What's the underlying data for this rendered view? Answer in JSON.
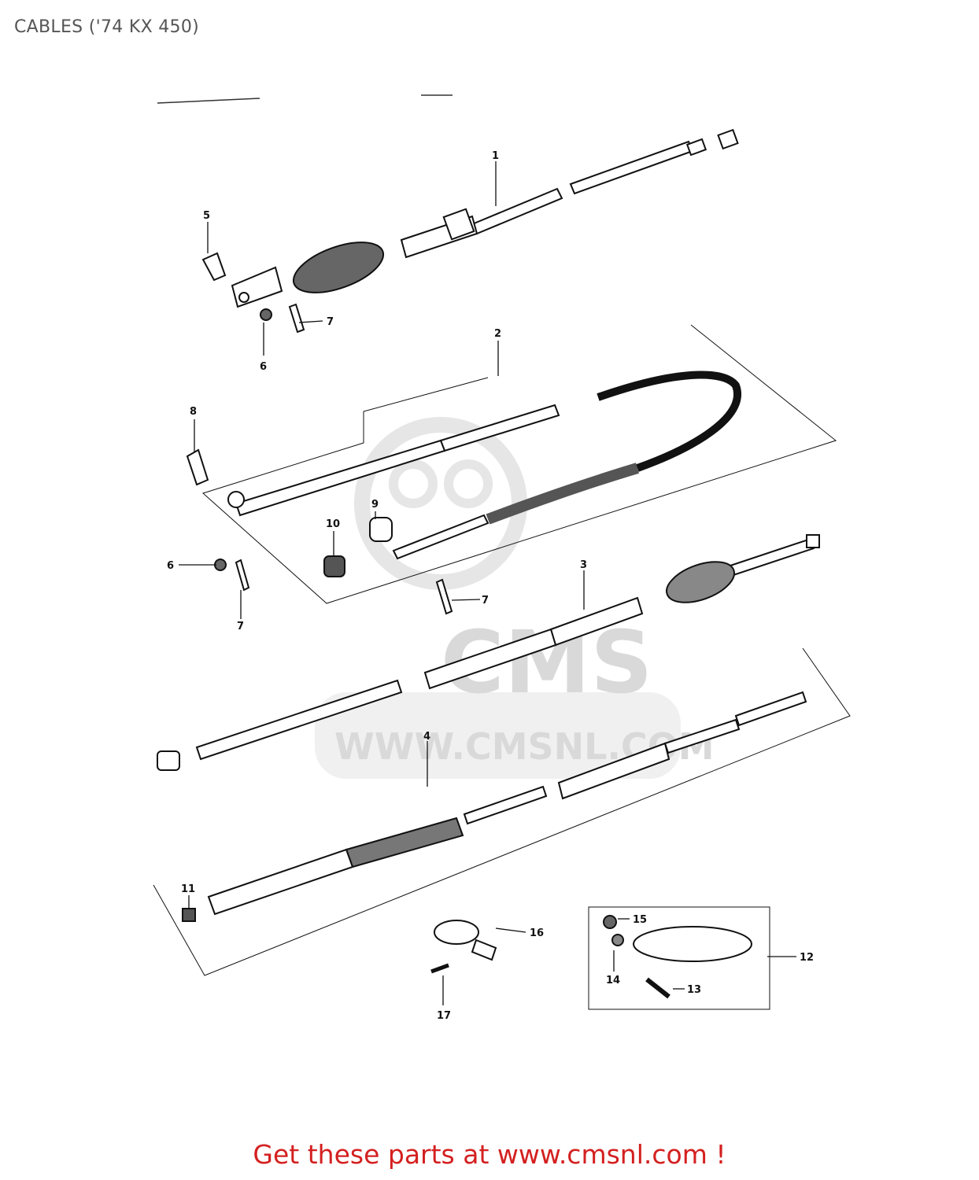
{
  "header": {
    "title": "CABLES ('74 KX 450)"
  },
  "callouts": [
    {
      "id": "c1",
      "text": "1"
    },
    {
      "id": "c2",
      "text": "2"
    },
    {
      "id": "c3",
      "text": "3"
    },
    {
      "id": "c4",
      "text": "4"
    },
    {
      "id": "c5",
      "text": "5"
    },
    {
      "id": "c6a",
      "text": "6"
    },
    {
      "id": "c6b",
      "text": "6"
    },
    {
      "id": "c7a",
      "text": "7"
    },
    {
      "id": "c7b",
      "text": "7"
    },
    {
      "id": "c7c",
      "text": "7"
    },
    {
      "id": "c8",
      "text": "8"
    },
    {
      "id": "c9",
      "text": "9"
    },
    {
      "id": "c10",
      "text": "10"
    },
    {
      "id": "c11",
      "text": "11"
    },
    {
      "id": "c12",
      "text": "12"
    },
    {
      "id": "c13",
      "text": "13"
    },
    {
      "id": "c14",
      "text": "14"
    },
    {
      "id": "c15",
      "text": "15"
    },
    {
      "id": "c16",
      "text": "16"
    },
    {
      "id": "c17",
      "text": "17"
    }
  ],
  "watermark": {
    "brand": "CMS",
    "url": "WWW.CMSNL.COM"
  },
  "footer": {
    "text": "Get these parts at www.cmsnl.com !"
  },
  "colors": {
    "footer": "#d42020",
    "title": "#555555",
    "line": "#111111",
    "watermark": "#d9d9d9"
  }
}
